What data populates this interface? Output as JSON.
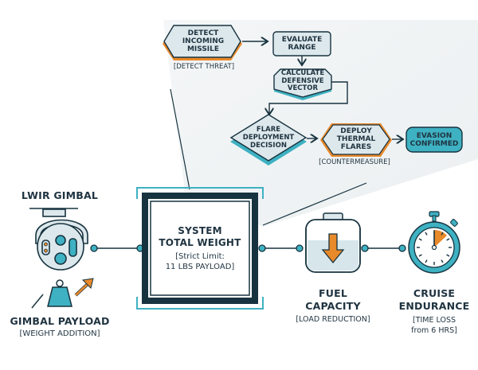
{
  "colors": {
    "navy": "#17333f",
    "teal": "#3eb1c2",
    "teal_light": "#d6e6ea",
    "orange": "#e8892a",
    "panel_gray": "#eef1f3",
    "node_fill": "#dde8ec"
  },
  "flow": {
    "detect": {
      "label_lines": [
        "DETECT",
        "INCOMING",
        "MISSILE"
      ],
      "caption": "[DETECT THREAT]"
    },
    "evaluate": {
      "label_lines": [
        "EVALUATE",
        "RANGE"
      ]
    },
    "calculate": {
      "label_lines": [
        "CALCULATE",
        "DEFENSIVE",
        "VECTOR"
      ]
    },
    "decision": {
      "label_lines": [
        "FLARE",
        "DEPLOYMENT",
        "DECISION"
      ]
    },
    "deploy": {
      "label_lines": [
        "DEPLOY",
        "THERMAL",
        "FLARES"
      ],
      "caption": "[COUNTERMEASURE]"
    },
    "confirmed": {
      "label_lines": [
        "EVASION",
        "CONFIRMED"
      ]
    }
  },
  "main": {
    "gimbal": {
      "title": "LWIR GIMBAL",
      "payload_title": "GIMBAL PAYLOAD",
      "payload_caption": "[WEIGHT ADDITION]"
    },
    "system": {
      "title_lines": [
        "SYSTEM",
        "TOTAL WEIGHT"
      ],
      "caption_lines": [
        "[Strict Limit:",
        "11 LBS PAYLOAD]"
      ]
    },
    "fuel": {
      "title_lines": [
        "FUEL",
        "CAPACITY"
      ],
      "caption": "[LOAD REDUCTION]"
    },
    "cruise": {
      "title_lines": [
        "CRUISE",
        "ENDURANCE"
      ],
      "caption_lines": [
        "[TIME LOSS",
        "from 6 HRS]"
      ]
    }
  }
}
